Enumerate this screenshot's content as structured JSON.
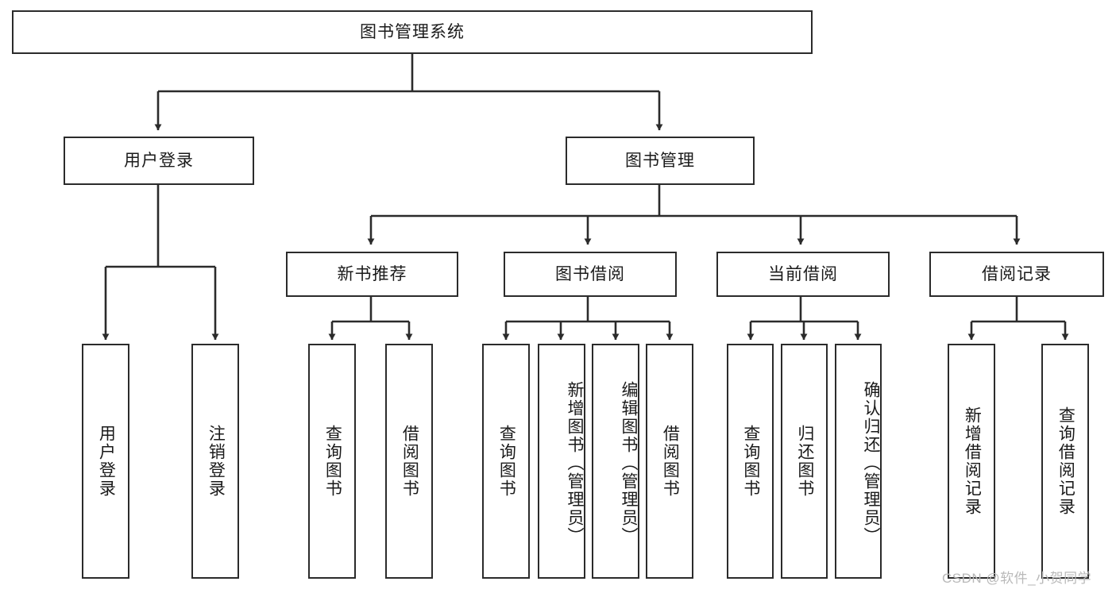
{
  "diagram": {
    "title": "图书管理系统",
    "type": "functional-hierarchy-tree",
    "root": {
      "label": "图书管理系统",
      "children": [
        {
          "label": "用户登录",
          "children": [
            {
              "label": "用户登录"
            },
            {
              "label": "注销登录"
            }
          ]
        },
        {
          "label": "图书管理",
          "children": [
            {
              "label": "新书推荐",
              "children": [
                {
                  "label": "查询图书"
                },
                {
                  "label": "借阅图书"
                }
              ]
            },
            {
              "label": "图书借阅",
              "children": [
                {
                  "label": "查询图书"
                },
                {
                  "label": "新增图书（管理员）"
                },
                {
                  "label": "编辑图书（管理员）"
                },
                {
                  "label": "借阅图书"
                }
              ]
            },
            {
              "label": "当前借阅",
              "children": [
                {
                  "label": "查询图书"
                },
                {
                  "label": "归还图书"
                },
                {
                  "label": "确认归还（管理员）"
                }
              ]
            },
            {
              "label": "借阅记录",
              "children": [
                {
                  "label": "新增借阅记录"
                },
                {
                  "label": "查询借阅记录"
                }
              ]
            }
          ]
        }
      ]
    }
  },
  "nodes": {
    "root": "图书管理系统",
    "l1": {
      "user_login": "用户登录",
      "book_manage": "图书管理"
    },
    "l2": {
      "new_book_rec": "新书推荐",
      "book_borrow": "图书借阅",
      "current_borrow": "当前借阅",
      "borrow_record": "借阅记录"
    },
    "leaves": {
      "user_login": "用户登录",
      "logout": "注销登录",
      "query_book_1": "查询图书",
      "borrow_book_1": "借阅图书",
      "query_book_2": "查询图书",
      "add_book_admin": "新增图书（管理员）",
      "edit_book_admin": "编辑图书（管理员）",
      "borrow_book_2": "借阅图书",
      "query_book_3": "查询图书",
      "return_book": "归还图书",
      "confirm_return_admin": "确认归还（管理员）",
      "add_borrow_record": "新增借阅记录",
      "query_borrow_record": "查询借阅记录"
    }
  },
  "watermark": {
    "text": "CSDN @软件_小贺同学"
  },
  "colors": {
    "stroke": "#2b2b2b",
    "fill": "#ffffff",
    "text": "#1a1a1a",
    "watermark": "#b9b9b9"
  }
}
